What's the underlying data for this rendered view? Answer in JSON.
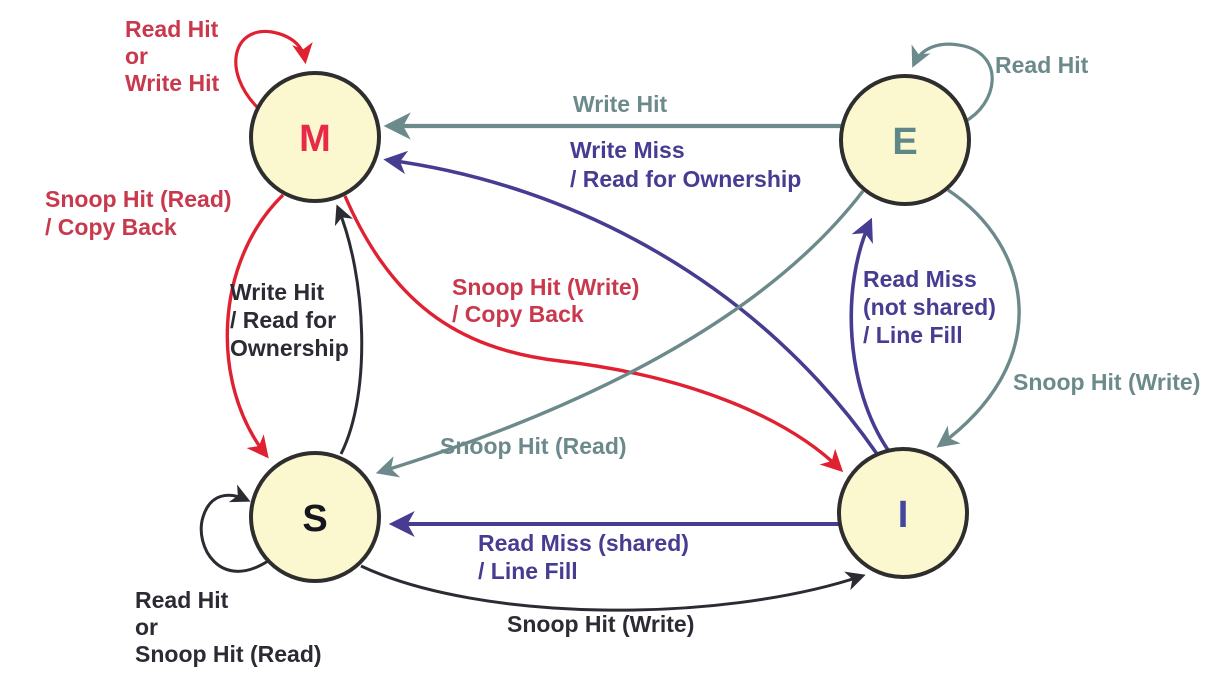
{
  "colors": {
    "background": "#ffffff",
    "node_fill": "#fbf8d0",
    "node_stroke": "#2e2e2e",
    "red": "#e02132",
    "red_text": "#c9394e",
    "teal": "#6c8a8b",
    "purple": "#463d92",
    "black": "#2b2b33",
    "m_letter": "#e8294a",
    "e_letter": "#5f8787",
    "s_letter": "#16161e",
    "i_letter": "#4447a0"
  },
  "nodes": {
    "m": {
      "label": "M"
    },
    "e": {
      "label": "E"
    },
    "s": {
      "label": "S"
    },
    "i": {
      "label": "I"
    }
  },
  "edges": {
    "m_self": {
      "label_lines": [
        "Read Hit",
        "or",
        "Write Hit"
      ]
    },
    "e_self": {
      "label": "Read Hit"
    },
    "s_self": {
      "label_lines": [
        "Read Hit",
        "or",
        "Snoop Hit (Read)"
      ]
    },
    "e_to_m": {
      "label": "Write Hit"
    },
    "i_to_m": {
      "label_lines": [
        "Write Miss",
        "/ Read for Ownership"
      ]
    },
    "m_to_s": {
      "label_lines": [
        "Snoop Hit (Read)",
        "/ Copy Back"
      ]
    },
    "s_to_m": {
      "label_lines": [
        "Write Hit",
        "/ Read for",
        "Ownership"
      ]
    },
    "m_to_i": {
      "label_lines": [
        "Snoop Hit (Write)",
        "/ Copy Back"
      ]
    },
    "e_to_s": {
      "label": "Snoop Hit (Read)"
    },
    "i_to_e": {
      "label_lines": [
        "Read Miss",
        "(not shared)",
        "/ Line Fill"
      ]
    },
    "e_to_i": {
      "label": "Snoop Hit (Write)"
    },
    "i_to_s": {
      "label_lines": [
        "Read Miss (shared)",
        "/ Line Fill"
      ]
    },
    "s_to_i": {
      "label": "Snoop Hit (Write)"
    }
  }
}
